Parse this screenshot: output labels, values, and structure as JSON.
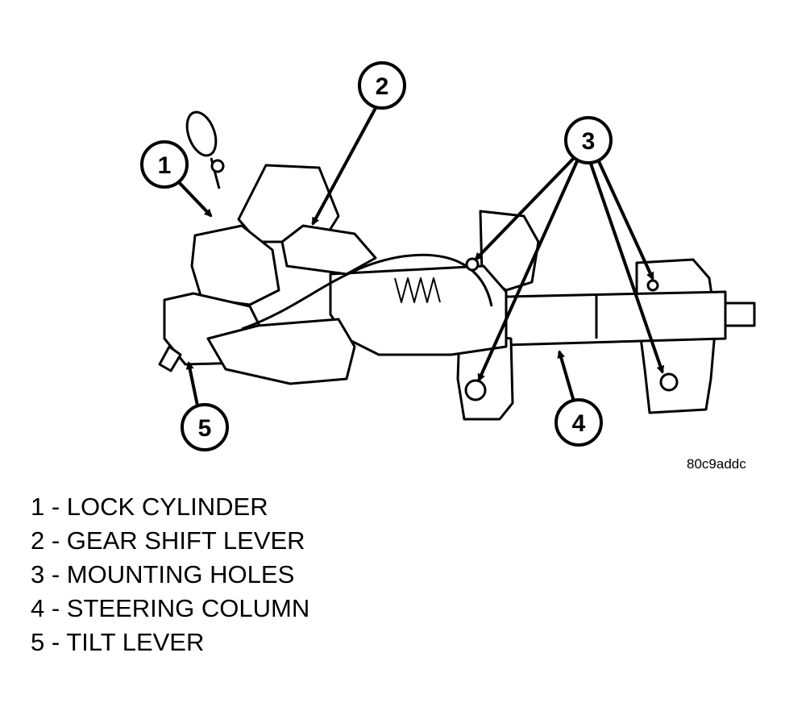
{
  "callouts": [
    "1",
    "2",
    "3",
    "4",
    "5"
  ],
  "image_code": "80c9addc",
  "legend": [
    "1 - LOCK CYLINDER",
    "2 - GEAR SHIFT LEVER",
    "3 - MOUNTING HOLES",
    "4 - STEERING COLUMN",
    "5 - TILT LEVER"
  ]
}
